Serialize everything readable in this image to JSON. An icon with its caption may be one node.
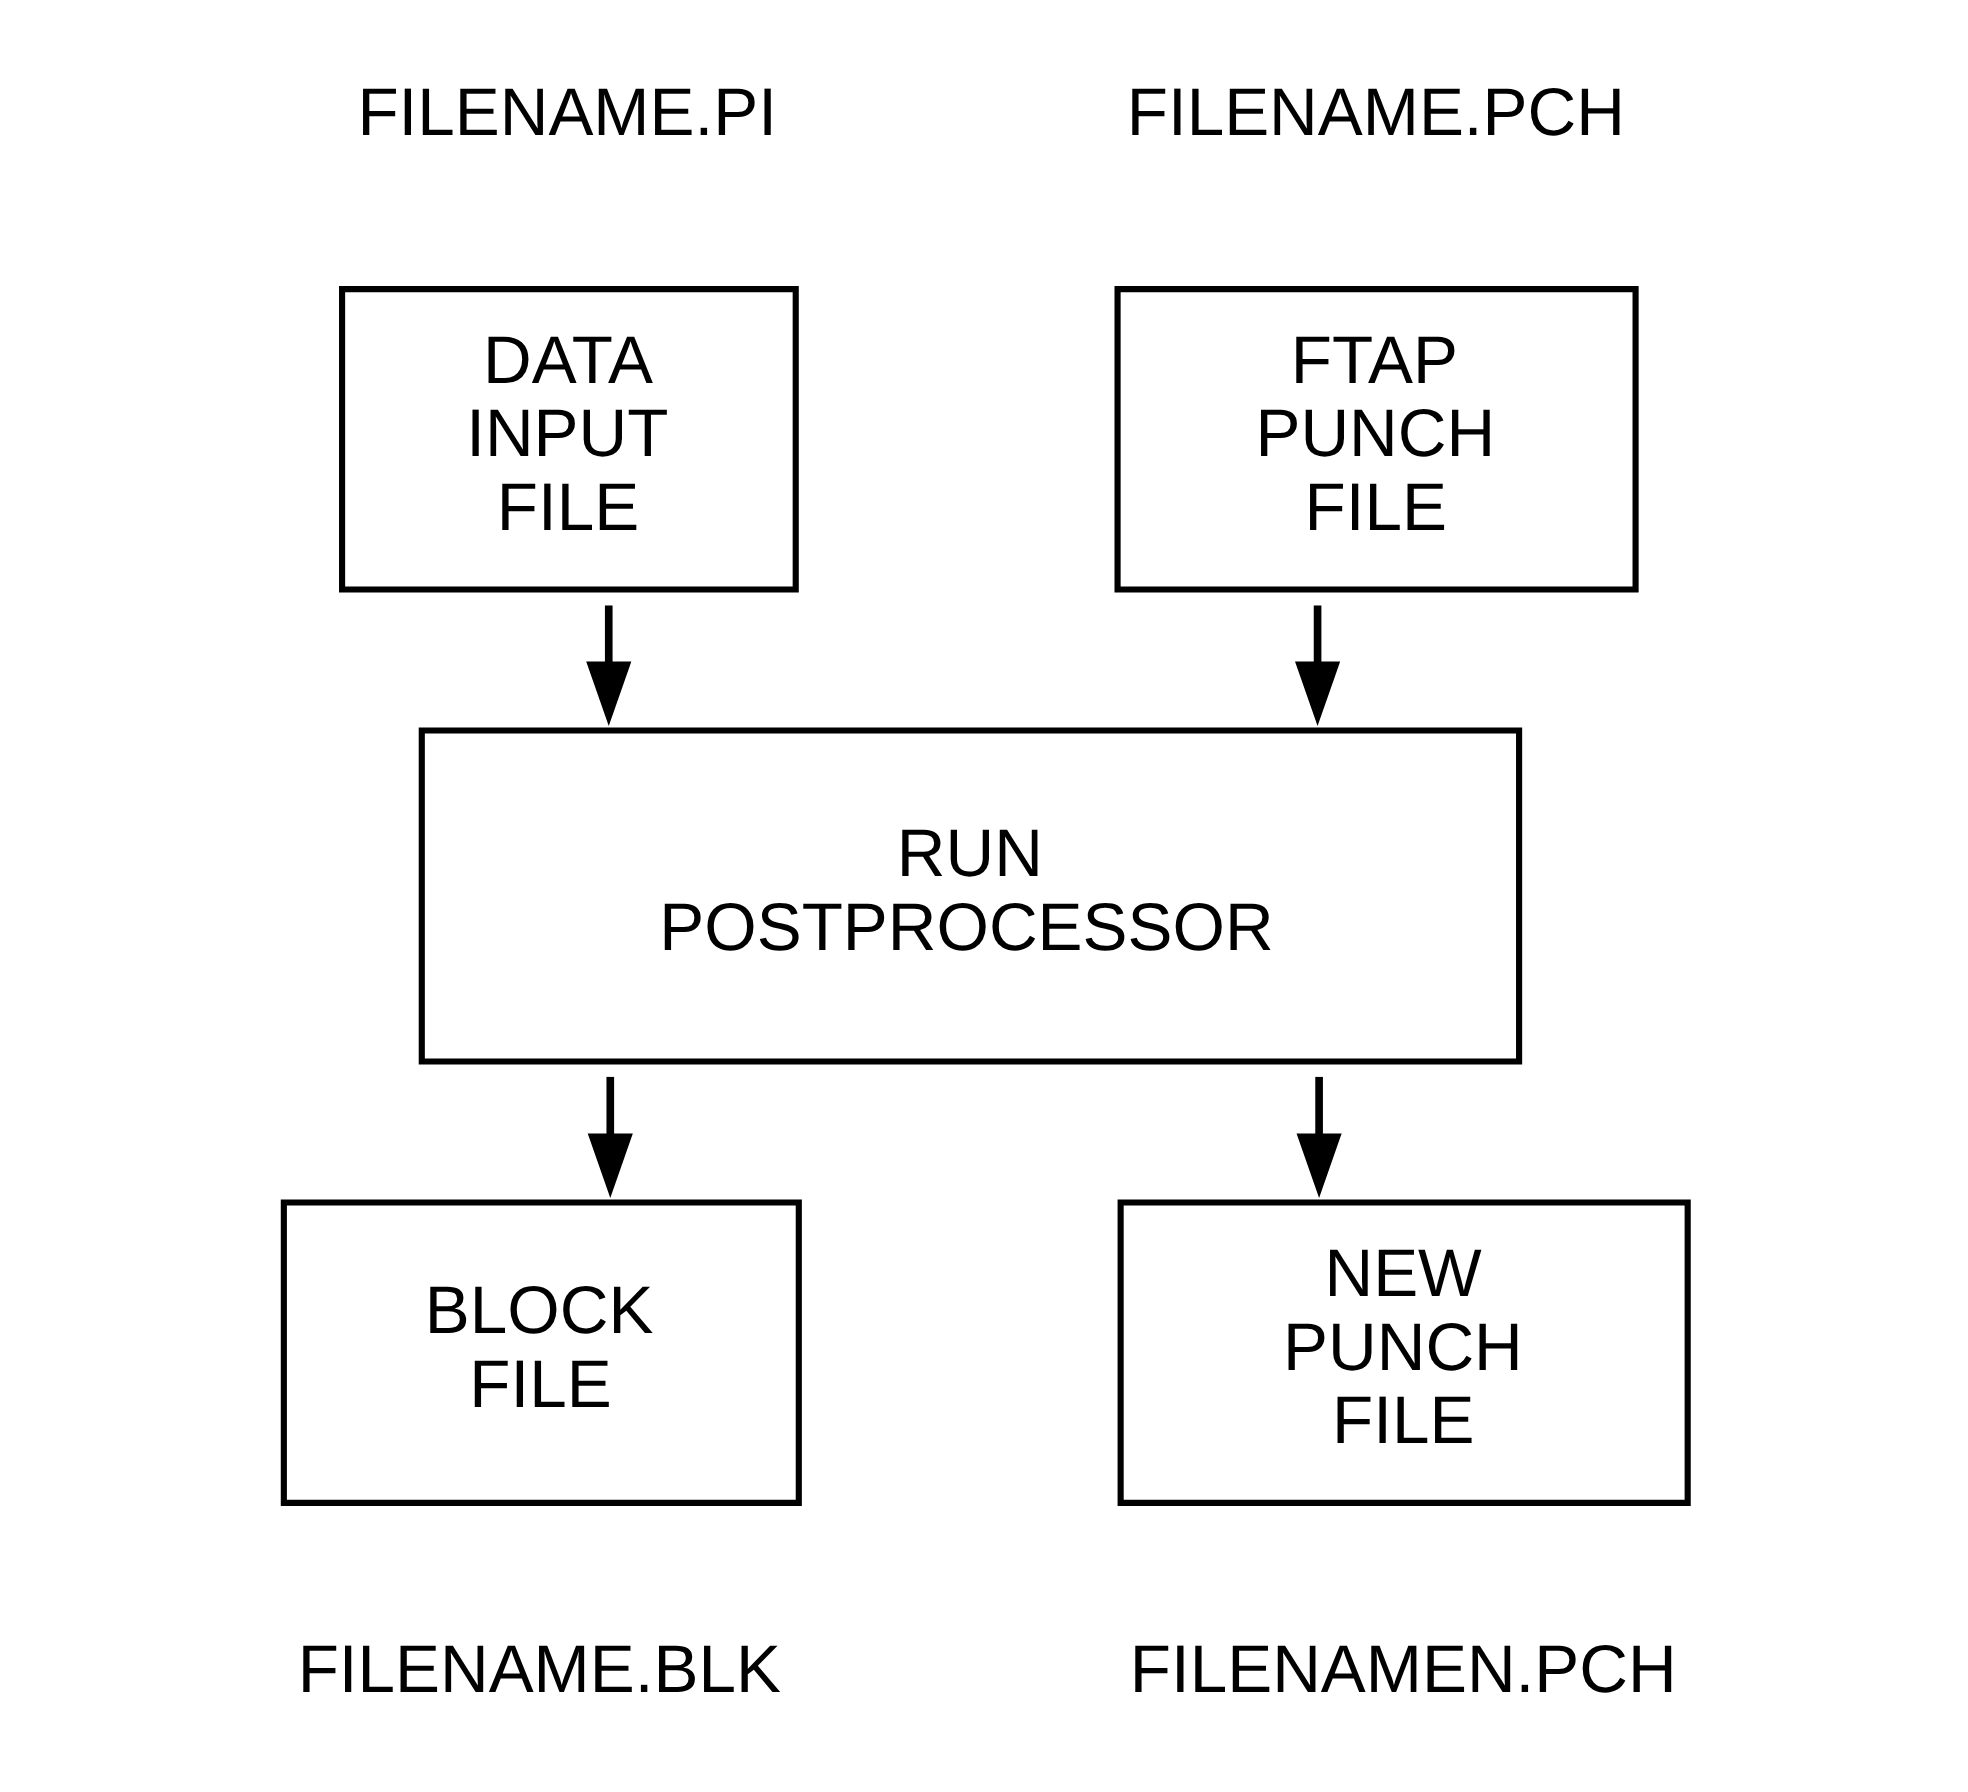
{
  "diagram": {
    "nodes": [
      {
        "text": [
          "FILENAME.PI",
          "DATA INPUT FILE"
        ]
      },
      {
        "text": [
          "FILENAME.PCH",
          "FTAP PUNCH FILE"
        ]
      },
      {
        "text": [
          "RUN POSTPROCESSOR"
        ]
      },
      {
        "text": [
          "BLOCK FILE",
          "FILENAME.BLK"
        ]
      },
      {
        "text": [
          "NEW PUNCH FILE",
          "FILENAMEN.PCH"
        ]
      }
    ],
    "edges": [
      {
        "from": 0,
        "to": 2,
        "arrow": "to"
      },
      {
        "from": 1,
        "to": 2,
        "arrow": "to"
      },
      {
        "from": 2,
        "to": 3,
        "arrow": "to"
      },
      {
        "from": 2,
        "to": 4,
        "arrow": "to"
      }
    ]
  }
}
